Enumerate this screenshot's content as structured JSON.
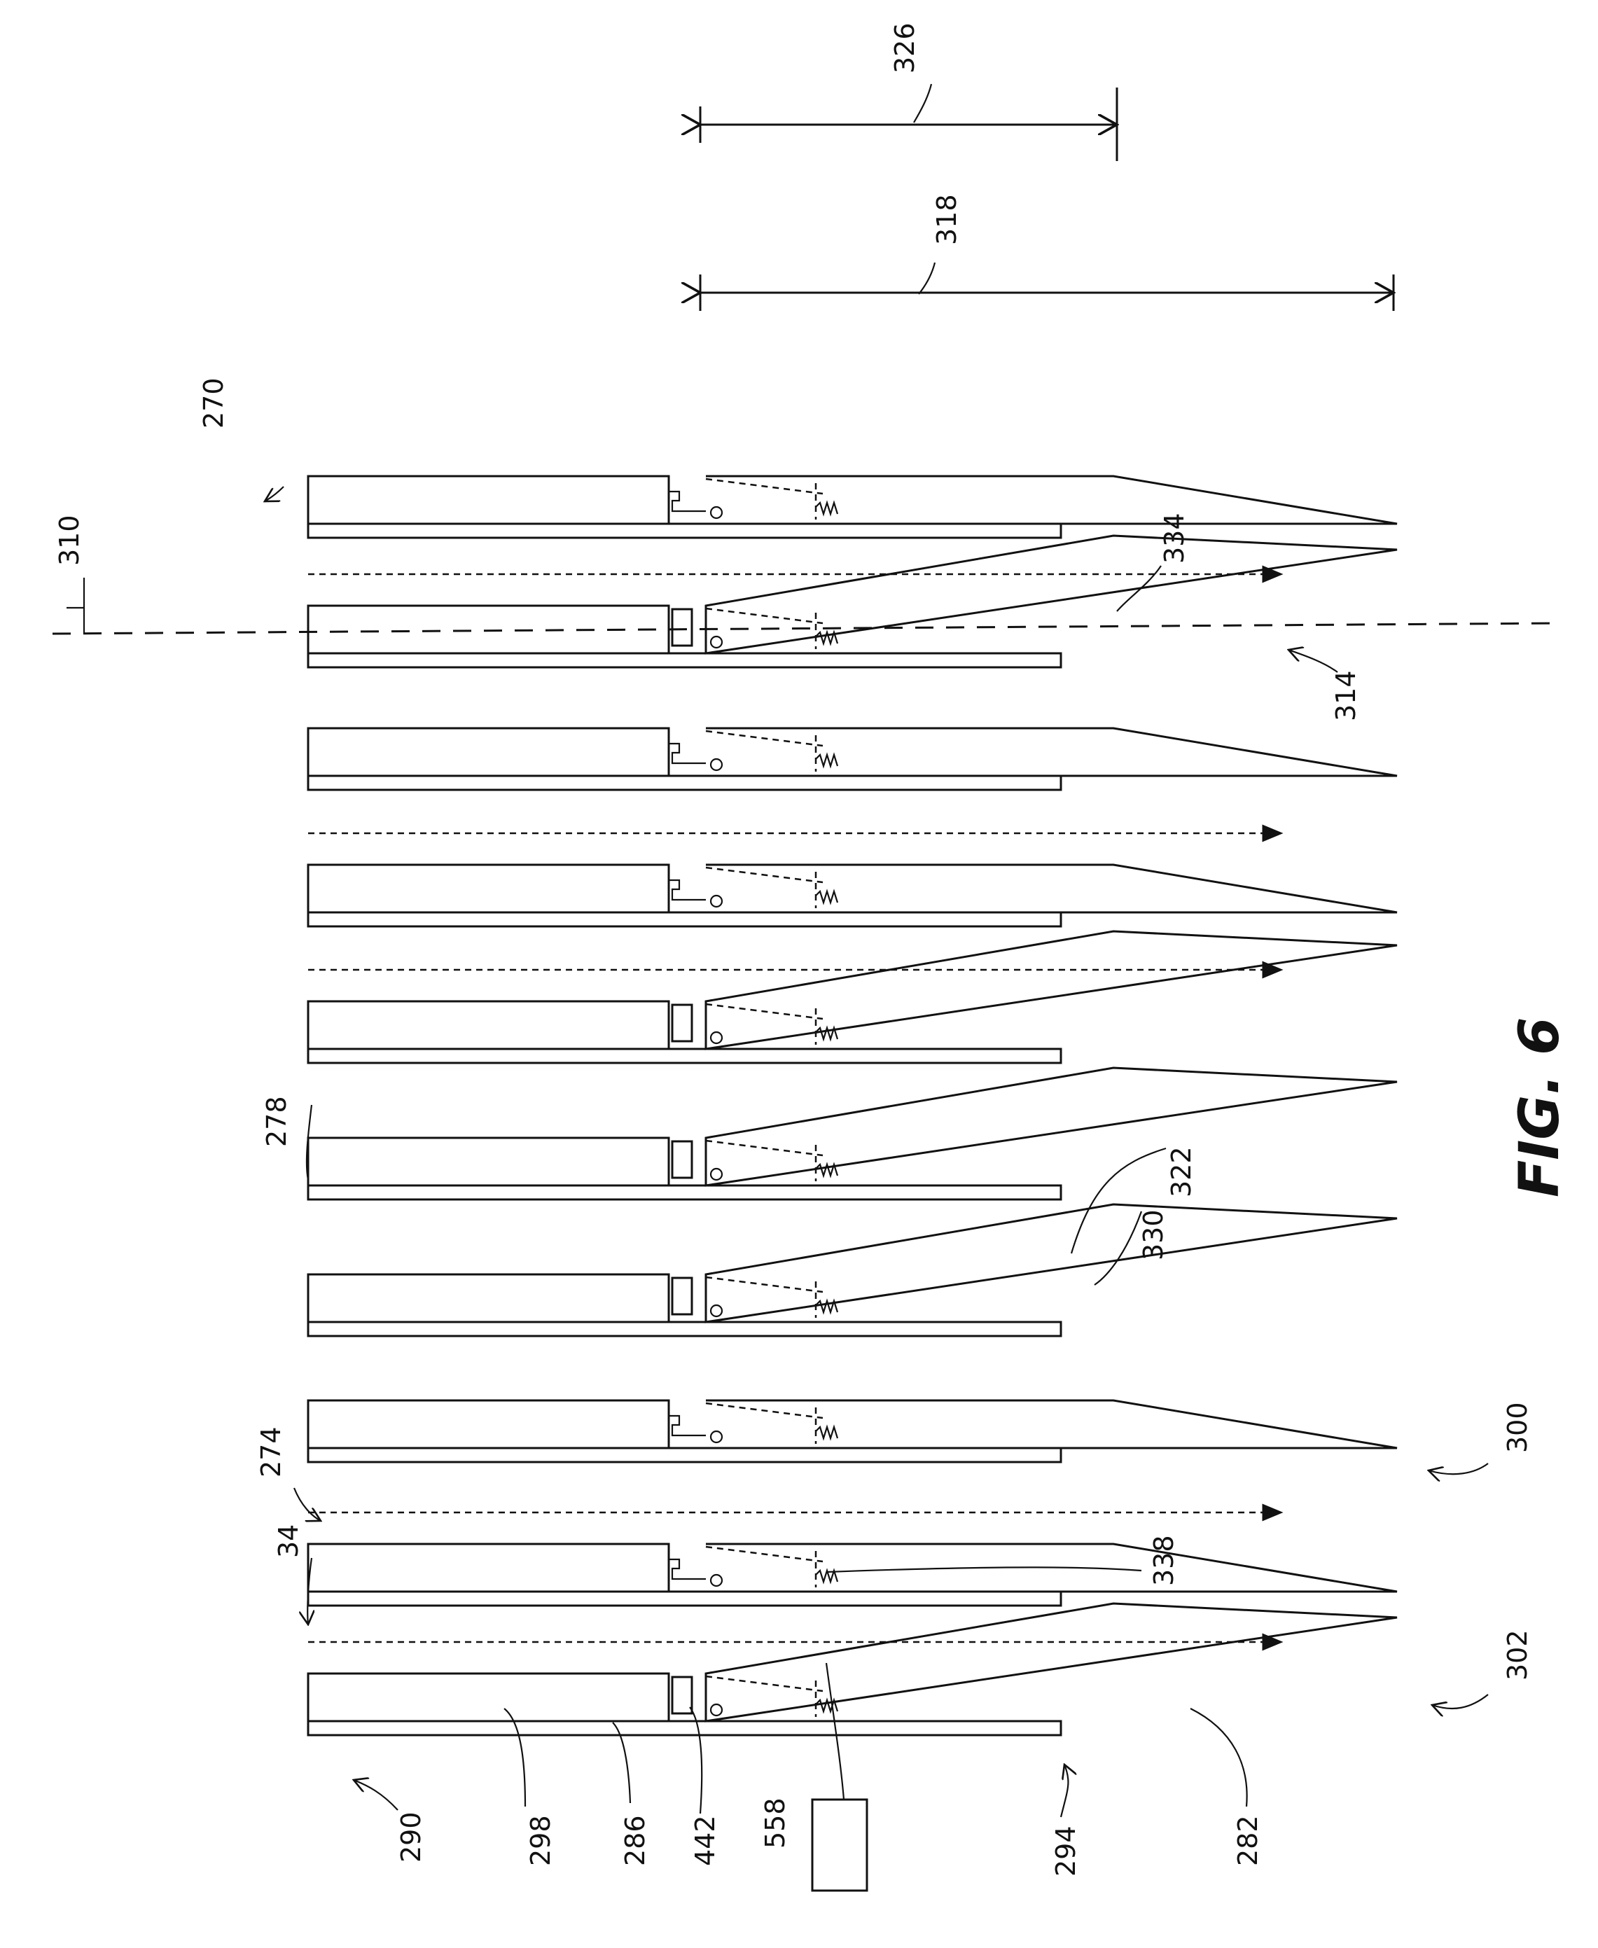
{
  "figure": {
    "title": "FIG. 6"
  },
  "reference_numerals": {
    "r270": "270",
    "r310": "310",
    "r334": "334",
    "r314": "314",
    "r278": "278",
    "r322": "322",
    "r330": "330",
    "r274": "274",
    "r300": "300",
    "r34": "34",
    "r338": "338",
    "r302": "302",
    "r290": "290",
    "r298": "298",
    "r286": "286",
    "r442": "442",
    "r558": "558",
    "r294": "294",
    "r282": "282",
    "r318": "318",
    "r326": "326"
  },
  "modules": [
    {
      "state": "deployed"
    },
    {
      "state": "stowed"
    },
    {
      "state": "stowed"
    },
    {
      "state": "deployed"
    },
    {
      "state": "deployed"
    },
    {
      "state": "deployed"
    },
    {
      "state": "stowed"
    },
    {
      "state": "stowed"
    },
    {
      "state": "deployed"
    },
    {
      "state": "stowed"
    }
  ],
  "airflow_arrows": [
    {
      "after_module": 0
    },
    {
      "after_module": 1
    },
    {
      "after_module": 5
    },
    {
      "after_module": 6
    },
    {
      "after_module": 8
    }
  ],
  "icons": {
    "pivot": "pivot-circle-icon",
    "spring": "spring-coil-icon",
    "arrowhead": "filled-arrowhead-icon"
  },
  "colors": {
    "ink": "#111111",
    "paper": "#ffffff"
  }
}
